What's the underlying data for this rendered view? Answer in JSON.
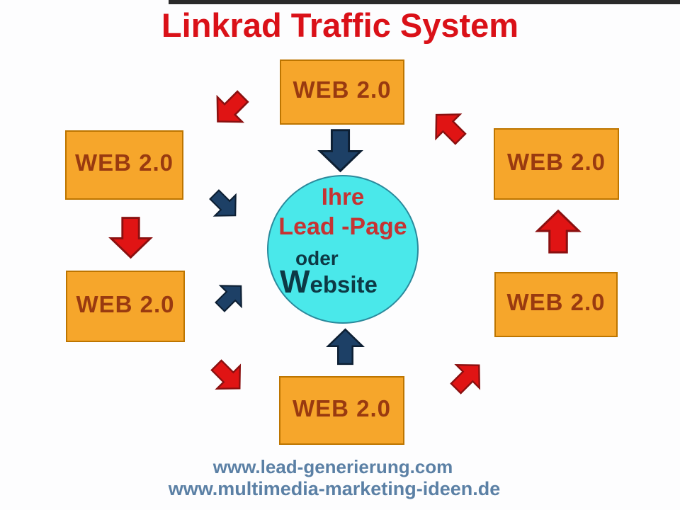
{
  "title": "Linkrad Traffic System",
  "boxes": {
    "label": "WEB 2.0",
    "positions": [
      "top",
      "upper-left",
      "upper-right",
      "lower-left",
      "lower-right",
      "bottom"
    ]
  },
  "circle": {
    "line1": "Ihre",
    "line2": "Lead -Page",
    "line3": "oder",
    "line4": "Website"
  },
  "arrows": {
    "red_ring": {
      "meaning": "traffic circulating between WEB 2.0 properties",
      "directions": [
        "down-left",
        "up-left",
        "down",
        "down-right",
        "up-right",
        "up"
      ]
    },
    "blue_inbound": {
      "meaning": "traffic flowing into the central lead page",
      "directions": [
        "down",
        "down-right",
        "up-right",
        "up"
      ]
    }
  },
  "footer": {
    "url1": "www.lead-generierung.com",
    "url2": "www.multimedia-marketing-ideen.de"
  },
  "colors": {
    "title_red": "#da1118",
    "box_fill": "#f6a62b",
    "box_border": "#bd7500",
    "box_text": "#993a10",
    "arrow_red": "#e01414",
    "arrow_red_border": "#8a1010",
    "arrow_blue": "#1d4066",
    "arrow_blue_border": "#0d1f33",
    "circle_fill": "#4ae8ea",
    "circle_border": "#2b8a9c",
    "circle_red_text": "#c53333",
    "circle_dark_text": "#0d3945",
    "url_text": "#5b80a5",
    "top_bar": "#2a2a2a"
  }
}
